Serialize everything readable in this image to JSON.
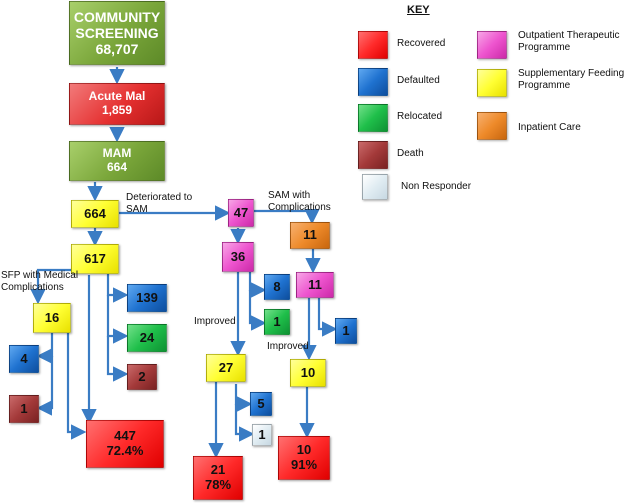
{
  "nodes": {
    "community": {
      "title": "COMMUNITY SCREENING",
      "value": "68,707"
    },
    "acute": {
      "title": "Acute Mal",
      "value": "1,859"
    },
    "mam": {
      "title": "MAM",
      "value": "664"
    },
    "n664": "664",
    "n617": "617",
    "n16": "16",
    "n4": "4",
    "n1_death": "1",
    "n139": "139",
    "n24": "24",
    "n2": "2",
    "n447": {
      "value": "447",
      "pct": "72.4%"
    },
    "n47": "47",
    "n36": "36",
    "n8": "8",
    "n1_reloc": "1",
    "n27": "27",
    "n5": "5",
    "n1_nonresp": "1",
    "n21": {
      "value": "21",
      "pct": "78%"
    },
    "n11_orange": "11",
    "n11_pink": "11",
    "n1_default": "1",
    "n10_yellow": "10",
    "n10_red": {
      "value": "10",
      "pct": "91%"
    }
  },
  "labels": {
    "deteriorated": "Deteriorated to SAM",
    "sam_complications": "SAM  with Complications",
    "sfp_medical": "SFP with Medical Complications",
    "improved_1": "Improved",
    "improved_2": "Improved"
  },
  "key": {
    "title": "KEY",
    "items": [
      {
        "label": "Recovered",
        "color": "#ff2a2a"
      },
      {
        "label": "Defaulted",
        "color": "#1f72d0"
      },
      {
        "label": "Relocated",
        "color": "#1fbf4a"
      },
      {
        "label": "Death",
        "color": "#a43a3a"
      },
      {
        "label": "Non Responder",
        "color": "#e0ecf2"
      },
      {
        "label": "Outpatient Therapeutic Programme",
        "color": "#ee55cf"
      },
      {
        "label": "Supplementary Feeding Programme",
        "color": "#ffff33"
      },
      {
        "label": "Inpatient Care",
        "color": "#ee8a2a"
      }
    ]
  }
}
